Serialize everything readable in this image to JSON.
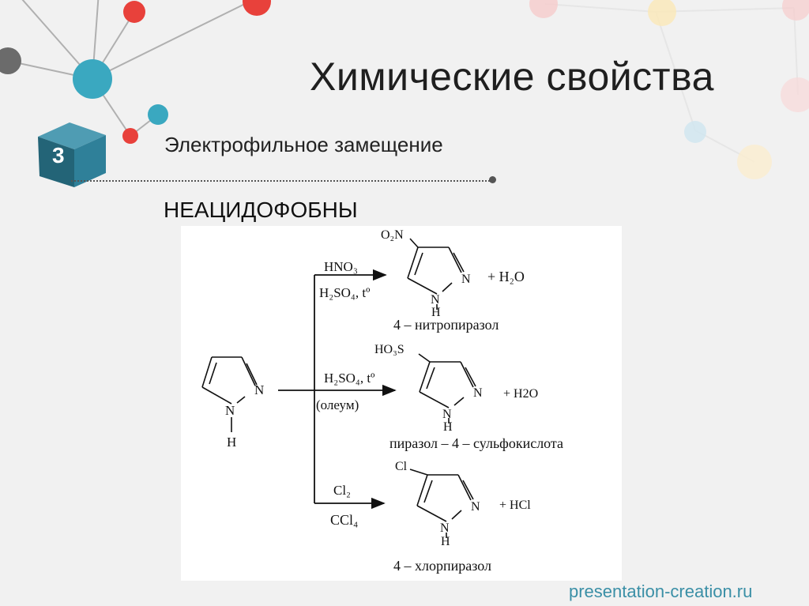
{
  "slide": {
    "title": "Химические свойства",
    "section_number": "3",
    "subtitle": "Электрофильное замещение",
    "heading": "НЕАЦИДОФОБНЫ",
    "watermark": "presentation-creation.ru",
    "accent_color": "#3a8fa6"
  },
  "scheme": {
    "reactant": {
      "atom_n": "N",
      "atom_nh": "N",
      "atom_h": "H"
    },
    "reactions": [
      {
        "reagents": [
          "HNO₃",
          "H₂SO₄, tº"
        ],
        "substituent": "O₂N",
        "byproduct": "+ H₂O",
        "product_name": "4 – нитропиразол"
      },
      {
        "reagents": [
          "H₂SO₄, tº",
          "(олеум)"
        ],
        "substituent": "HO₃S",
        "byproduct": "+ H2O",
        "product_name": "пиразол – 4 – сульфокислота"
      },
      {
        "reagents": [
          "Cl₂",
          "CCl₄"
        ],
        "substituent": "Cl",
        "byproduct": "+ HCl",
        "product_name": "4 – хлорпиразол"
      }
    ]
  }
}
